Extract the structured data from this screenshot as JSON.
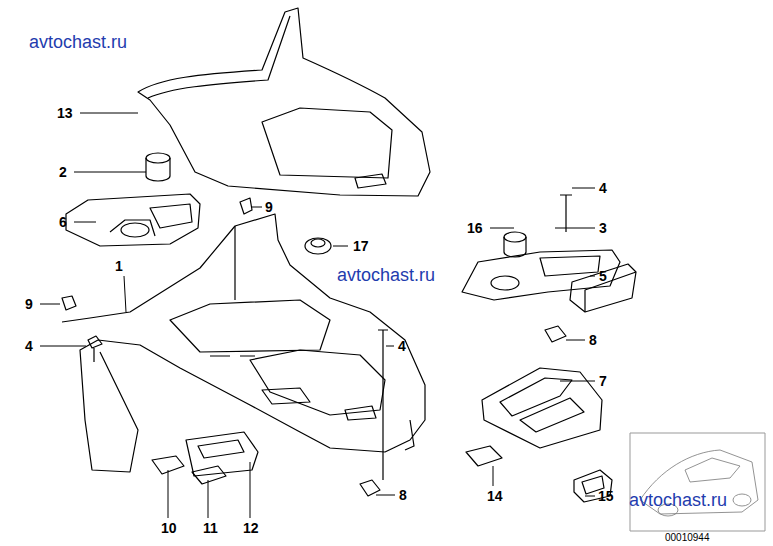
{
  "diagram": {
    "labels": [
      "avtochast.ru",
      "13",
      "2",
      "6",
      "9",
      "4",
      "16",
      "3",
      "5",
      "17",
      "avtochast.ru",
      "1",
      "9",
      "8",
      "4",
      "4",
      "7",
      "8",
      "10",
      "11",
      "12",
      "14",
      "15",
      "avtochast.ru",
      "00010944"
    ]
  }
}
